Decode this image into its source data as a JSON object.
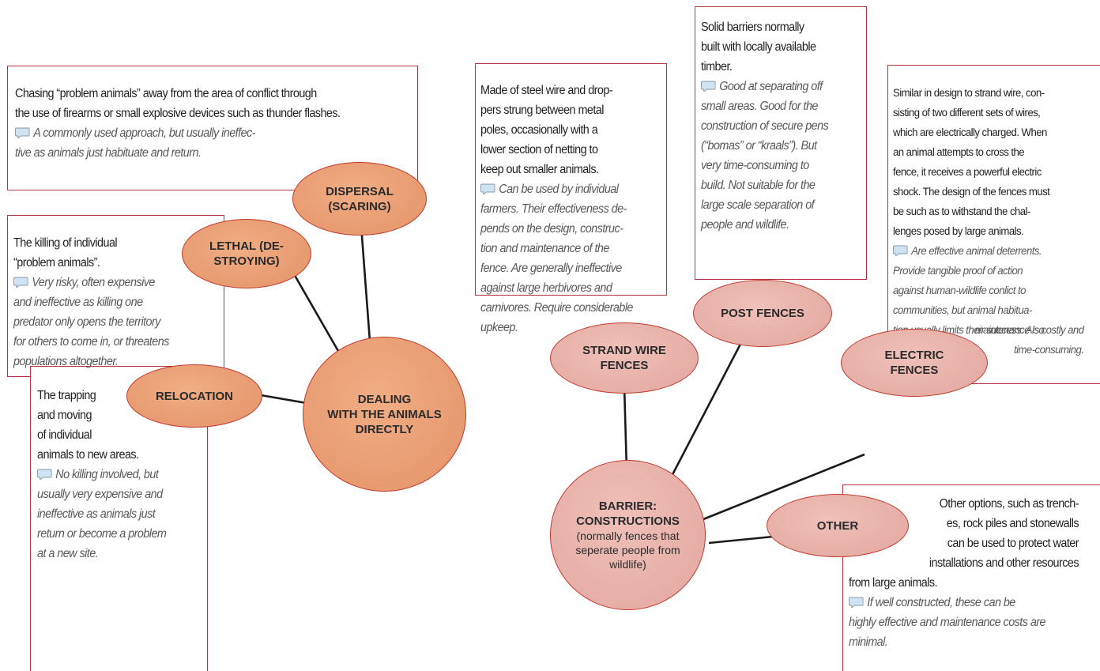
{
  "colors": {
    "box_border": "#b5323e",
    "orange_node": "#e89a70",
    "pink_node": "#e6aea6",
    "connector": "#1a1a1a",
    "italic_text": "#58595b"
  },
  "icons": {
    "comment": "speech-bubble-icon"
  },
  "hubs": {
    "animals": {
      "lines": [
        "DEALING",
        "WITH THE ANIMALS",
        "DIRECTLY"
      ]
    },
    "barrier": {
      "lines": [
        "BARRIER:",
        "CONSTRUCTIONS"
      ],
      "sub": [
        "(normally fences that",
        "seperate people from",
        "wildlife)"
      ]
    }
  },
  "nodes": {
    "dispersal": {
      "lines": [
        "DISPERSAL",
        "(SCARING)"
      ]
    },
    "lethal": {
      "lines": [
        "LETHAL (DE-",
        "STROYING)"
      ]
    },
    "relocation": {
      "lines": [
        "RELOCATION"
      ]
    },
    "strand": {
      "lines": [
        "STRAND WIRE",
        "FENCES"
      ]
    },
    "post": {
      "lines": [
        "POST FENCES"
      ]
    },
    "electric": {
      "lines": [
        "ELECTRIC",
        "FENCES"
      ]
    },
    "other": {
      "lines": [
        "OTHER"
      ]
    }
  },
  "boxes": {
    "dispersal": {
      "desc": [
        "Chasing “problem animals” away from the area of conflict through",
        "the use of firearms or small explosive devices such as thunder flashes."
      ],
      "note": [
        "A commonly used approach, but usually ineffec-",
        "tive as animals just habituate and return."
      ]
    },
    "lethal": {
      "desc": [
        "The killing of individual",
        "“problem animals”."
      ],
      "note": [
        "Very risky, often expensive",
        "and ineffective as killing one",
        "predator only opens the territory",
        "for others to come in, or threatens",
        "populations altogether."
      ]
    },
    "relocation": {
      "desc": [
        "The trapping",
        "and moving",
        "of individual",
        "animals to new areas."
      ],
      "note": [
        "No killing involved, but",
        "usually very expensive and",
        "ineffective as animals just",
        "return or become a problem",
        "at a new site."
      ]
    },
    "strand": {
      "desc": [
        "Made of steel wire and drop-",
        "pers strung between metal",
        "poles, occasionally with a",
        "lower section of netting to",
        "keep out smaller animals."
      ],
      "note": [
        "Can be used by individual",
        "farmers. Their effectiveness de-",
        "pends on the design, construc-",
        "tion and maintenance of the",
        "fence. Are generally ineffective",
        "against large herbivores and",
        "carnivores. Require considerable",
        "upkeep."
      ]
    },
    "post": {
      "desc": [
        "Solid barriers normally",
        "built with locally available",
        "timber."
      ],
      "note": [
        "Good at separating off",
        "small areas. Good for the",
        "construction of secure pens",
        "(“bomas” or “kraals”). But",
        "very time-consuming to",
        "build. Not suitable for the",
        "large scale separation of",
        "people and wildlife."
      ]
    },
    "electric": {
      "desc": [
        "Similar in design to strand wire, con-",
        "sisting of two different sets of wires,",
        "which are electrically charged. When",
        "an animal attempts to cross the",
        "fence, it receives a powerful electric",
        "shock. The design of the fences must",
        "be such as to withstand the chal-",
        "lenges posed by large animals."
      ],
      "note": [
        "Are effective animal deterrents.",
        "Provide tangible proof of action",
        "against human-wildlife conlict to",
        "communities, but animal habitua-",
        "tion usually limits their success. Also",
        "maintenance is costly and",
        "time-consuming."
      ]
    },
    "other": {
      "desc": [
        "Other options, such as trench-",
        "es, rock piles and stonewalls",
        "can be used to protect water",
        "installations and other resources",
        "from large animals."
      ],
      "note": [
        "If well constructed, these can be",
        "highly effective and maintenance costs are",
        "minimal."
      ]
    }
  }
}
